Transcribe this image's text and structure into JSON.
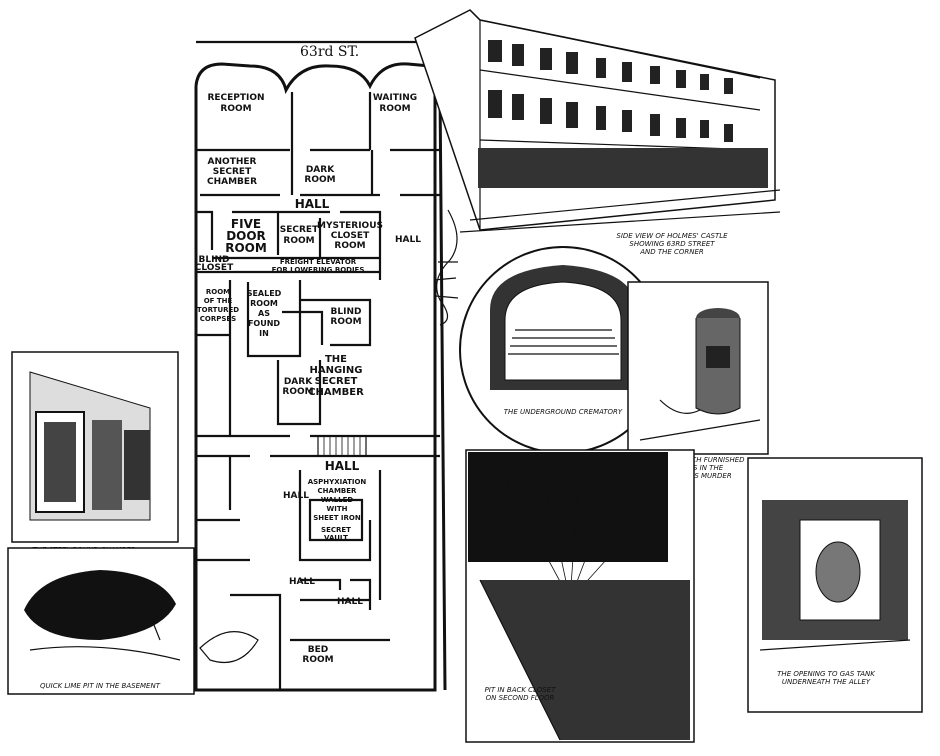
{
  "plan": {
    "street": "63rd ST.",
    "rooms": [
      {
        "id": "reception",
        "lines": [
          "RECEPTION",
          "ROOM"
        ]
      },
      {
        "id": "waiting",
        "lines": [
          "WAITING",
          "ROOM"
        ]
      },
      {
        "id": "another-secret",
        "lines": [
          "ANOTHER",
          "SECRET",
          "CHAMBER"
        ]
      },
      {
        "id": "dark-room-top",
        "lines": [
          "DARK",
          "ROOM"
        ]
      },
      {
        "id": "hall-1",
        "lines": [
          "HALL"
        ]
      },
      {
        "id": "five-door",
        "lines": [
          "FIVE",
          "DOOR",
          "ROOM"
        ]
      },
      {
        "id": "secret-room",
        "lines": [
          "SECRET",
          "ROOM"
        ]
      },
      {
        "id": "mysterious-closet",
        "lines": [
          "MYSTERIOUS",
          "CLOSET",
          "ROOM"
        ]
      },
      {
        "id": "hall-2",
        "lines": [
          "HALL"
        ]
      },
      {
        "id": "blind-closet",
        "lines": [
          "BLIND",
          "CLOSET"
        ]
      },
      {
        "id": "freight-elevator",
        "lines": [
          "FREIGHT ELEVATOR",
          "FOR LOWERING BODIES"
        ]
      },
      {
        "id": "torture",
        "lines": [
          "ROOM",
          "OF THE",
          "TORTURED",
          "CORPSES"
        ]
      },
      {
        "id": "sealed",
        "lines": [
          "SEALED",
          "ROOM",
          "AS",
          "FOUND",
          "IN"
        ]
      },
      {
        "id": "closets",
        "lines": [
          "",
          "",
          "",
          ""
        ]
      },
      {
        "id": "blind-room",
        "lines": [
          "BLIND",
          "ROOM"
        ]
      },
      {
        "id": "hanging",
        "lines": [
          "THE",
          "HANGING",
          "SECRET",
          "CHAMBER"
        ]
      },
      {
        "id": "dark-room-mid",
        "lines": [
          "DARK",
          "ROOM"
        ]
      },
      {
        "id": "hall-3",
        "lines": [
          "HALL"
        ]
      },
      {
        "id": "hall-4",
        "lines": [
          "HALL"
        ]
      },
      {
        "id": "asphyxiation",
        "lines": [
          "ASPHYXIATION",
          "CHAMBER",
          "WALLED",
          "WITH",
          "SHEET IRON"
        ]
      },
      {
        "id": "secret-vault",
        "lines": [
          "SECRET",
          "VAULT"
        ]
      },
      {
        "id": "hall-5",
        "lines": [
          "HALL"
        ]
      },
      {
        "id": "hall-6",
        "lines": [
          "HALL"
        ]
      },
      {
        "id": "bed-room",
        "lines": [
          "BED",
          "ROOM"
        ]
      }
    ]
  },
  "vignettes": {
    "castle": {
      "caption": [
        "SIDE VIEW OF HOLMES' CASTLE",
        "SHOWING 63RD STREET",
        "AND THE CORNER"
      ]
    },
    "crematory": {
      "caption": [
        "THE UNDERGROUND CREMATORY"
      ]
    },
    "stove": {
      "caption": [
        "STOVE WHICH FURNISHED",
        "CLEWS IN THE",
        "PIETZEL'S MURDER"
      ]
    },
    "vault": {
      "caption": [
        "THE STEEL BOUND CHAMBER"
      ]
    },
    "quicklime": {
      "caption": [
        "QUICK LIME PIT IN THE BASEMENT"
      ]
    },
    "pit": {
      "caption": [
        "PIT IN BACK CLOSET",
        "ON SECOND FLOOR"
      ]
    },
    "tunnel": {
      "caption": [
        "THE OPENING TO GAS TANK",
        "UNDERNEATH THE ALLEY"
      ]
    }
  }
}
